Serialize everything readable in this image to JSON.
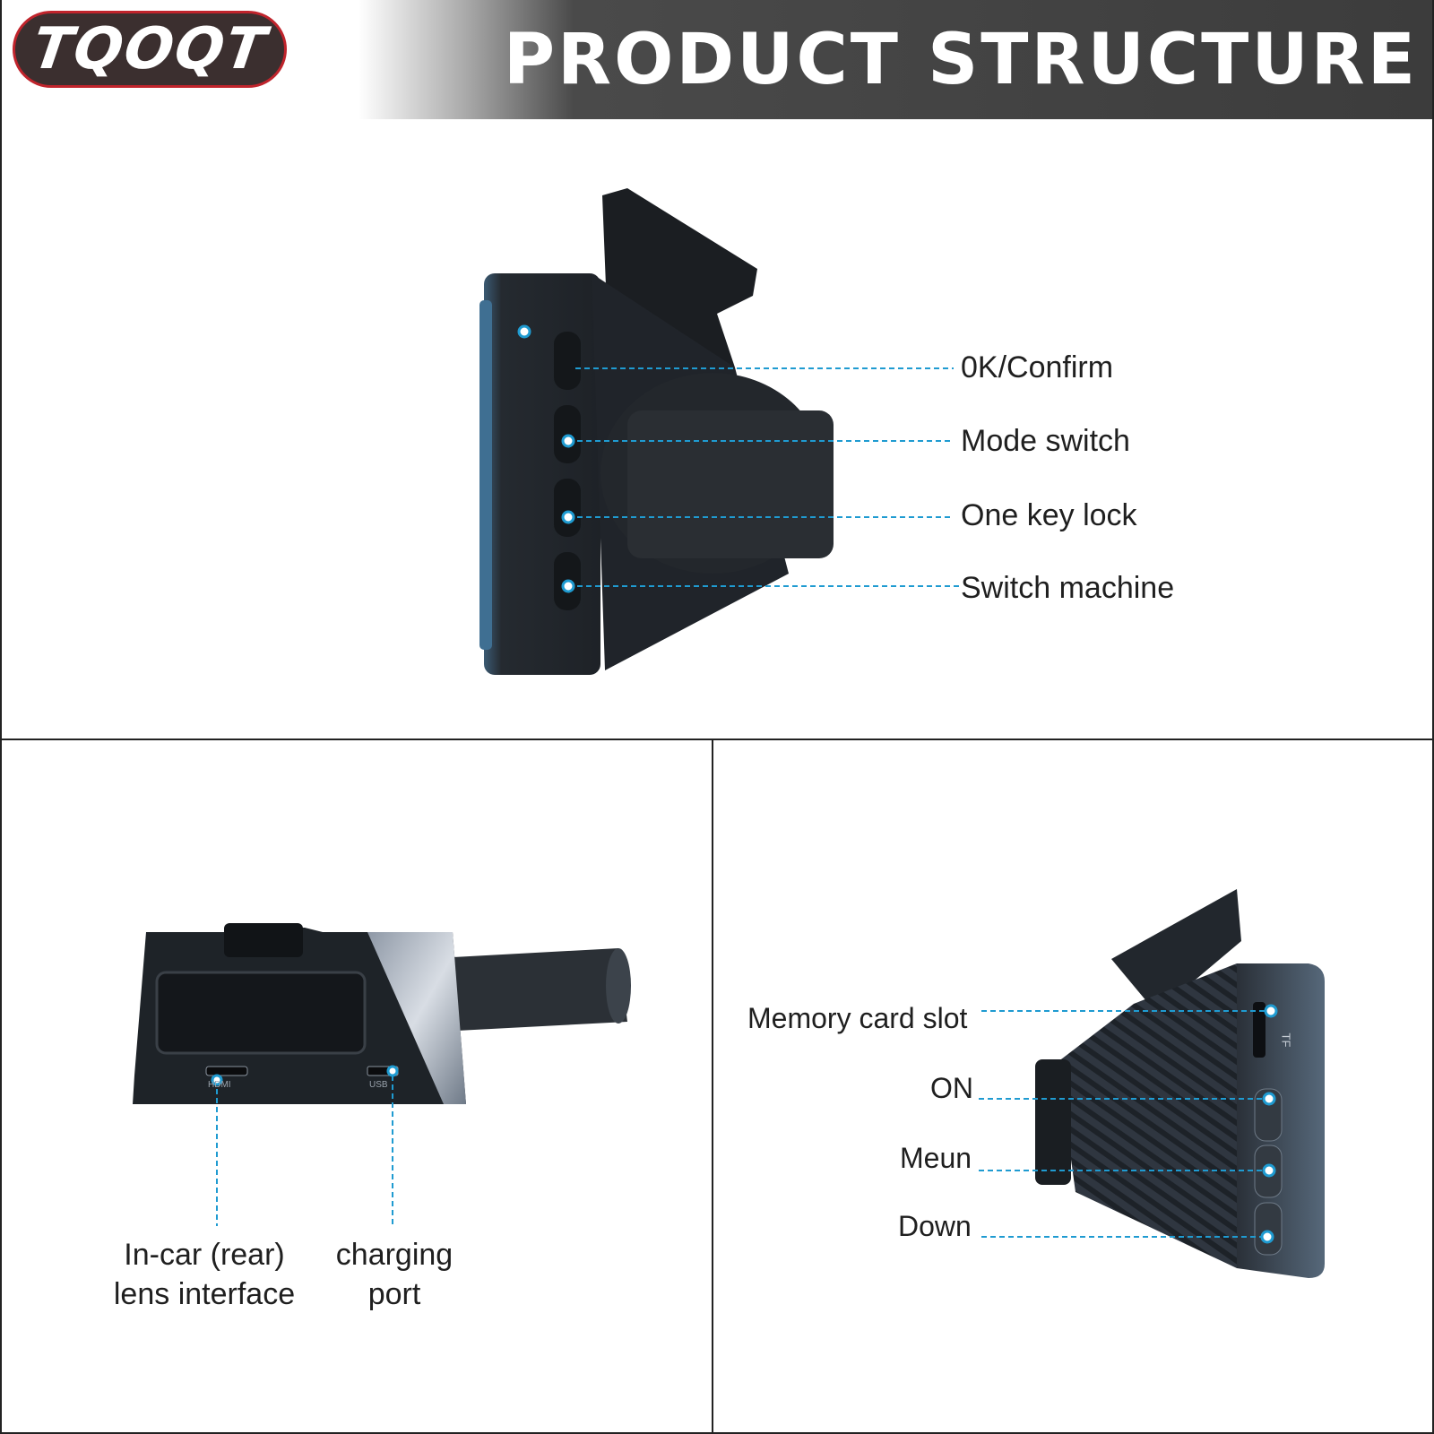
{
  "brand": {
    "logo_text": "TQOQT"
  },
  "header": {
    "title": "PRODUCT STRUCTURE"
  },
  "colors": {
    "callout": "#1f9bd1",
    "device_dark": "#25292f",
    "device_blue": "#3f5f78",
    "logo_bg": "#3b2f2f",
    "logo_border": "#c0242c"
  },
  "front_view": {
    "labels": [
      "0K/Confirm",
      "Mode switch",
      "One key lock",
      "Switch machine"
    ]
  },
  "bottom_view": {
    "rear_lens": {
      "line1": "In-car (rear)",
      "line2": "lens interface"
    },
    "charging": {
      "line1": "charging",
      "line2": "port"
    },
    "port_marks": [
      "HDMI",
      "USB"
    ]
  },
  "side_view": {
    "labels": [
      "Memory card slot",
      "ON",
      "Meun",
      "Down"
    ],
    "slot_mark": "TF"
  }
}
